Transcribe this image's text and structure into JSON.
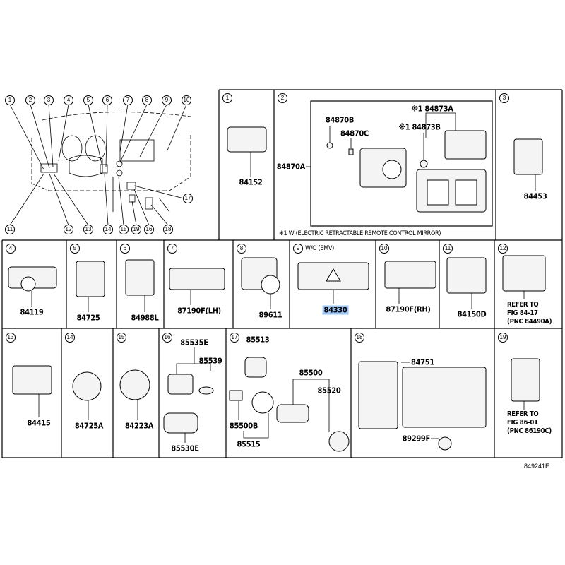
{
  "overview": {
    "callouts_top": [
      "1",
      "2",
      "3",
      "4",
      "5",
      "6",
      "7",
      "8",
      "9",
      "10"
    ],
    "callouts_bottom": [
      "11",
      "12",
      "13",
      "14",
      "15",
      "19",
      "16",
      "18"
    ],
    "callout_side": "17"
  },
  "cells": {
    "c1": {
      "num": "1",
      "parts": [
        "84152"
      ]
    },
    "c2": {
      "num": "2",
      "parts": [
        "84870B",
        "84870C",
        "84870A",
        "※1 84873A",
        "※1 84873B"
      ],
      "note": "※1 W (ELECTRIC RETRACTABLE REMOTE CONTROL MIRROR)"
    },
    "c3": {
      "num": "3",
      "parts": [
        "84453"
      ]
    },
    "c4": {
      "num": "4",
      "parts": [
        "84119"
      ]
    },
    "c5": {
      "num": "5",
      "parts": [
        "84725"
      ]
    },
    "c6": {
      "num": "6",
      "parts": [
        "84988L"
      ]
    },
    "c7": {
      "num": "7",
      "parts": [
        "87190F(LH)"
      ]
    },
    "c8": {
      "num": "8",
      "parts": [
        "89611"
      ]
    },
    "c9": {
      "num": "9",
      "condition": "W/O (EMV)",
      "parts": [
        "84330"
      ]
    },
    "c10": {
      "num": "10",
      "parts": [
        "87190F(RH)"
      ]
    },
    "c11": {
      "num": "11",
      "parts": [
        "84150D"
      ]
    },
    "c12": {
      "num": "12",
      "refer": [
        "REFER TO",
        "FIG 84-17",
        "(PNC 84490A)"
      ]
    },
    "c13": {
      "num": "13",
      "parts": [
        "84415"
      ]
    },
    "c14": {
      "num": "14",
      "parts": [
        "84725A"
      ]
    },
    "c15": {
      "num": "15",
      "parts": [
        "84223A"
      ]
    },
    "c16": {
      "num": "16",
      "parts": [
        "85535E",
        "85539",
        "85530E"
      ]
    },
    "c17": {
      "num": "17",
      "parts": [
        "85513",
        "85500",
        "85520",
        "85500B",
        "85515"
      ]
    },
    "c18": {
      "num": "18",
      "parts": [
        "84751",
        "89299F"
      ]
    },
    "c19": {
      "num": "19",
      "refer": [
        "REFER TO",
        "FIG 86-01",
        "(PNC 86190C)"
      ]
    }
  },
  "highlight_color": "#9ec4f2",
  "figure_id": "849241E"
}
